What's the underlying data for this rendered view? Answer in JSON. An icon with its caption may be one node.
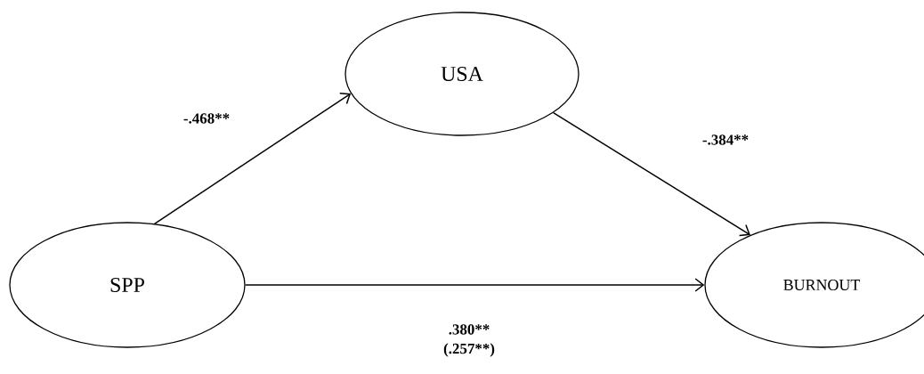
{
  "diagram": {
    "nodes": [
      {
        "text": [
          "SPP"
        ]
      },
      {
        "text": [
          "USA"
        ]
      },
      {
        "text": [
          "BURNOUT"
        ]
      }
    ],
    "edges": [
      {
        "from": 0,
        "to": 1,
        "arrow": "to",
        "label": "-.468**"
      },
      {
        "from": 1,
        "to": 2,
        "arrow": "to",
        "label": "-.384**"
      },
      {
        "from": 0,
        "to": 2,
        "arrow": "to",
        "label": ".380**"
      }
    ],
    "labels": [
      "(.257**)"
    ]
  }
}
